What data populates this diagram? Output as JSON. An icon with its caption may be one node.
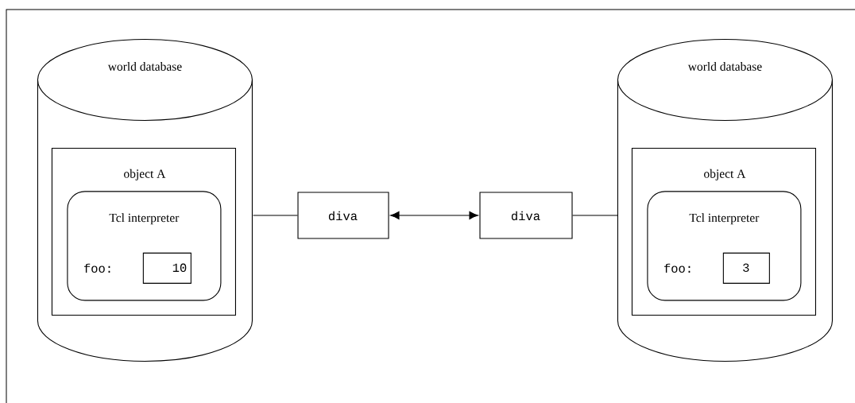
{
  "diagram": {
    "nodes": [
      {
        "text": [
          "world database"
        ]
      },
      {
        "text": [
          "object A"
        ],
        "in": 0
      },
      {
        "text": [
          "Tcl interpreter",
          "foo:"
        ],
        "in": 1
      },
      {
        "text": [
          "10"
        ],
        "in": 2
      },
      {
        "text": [
          "diva"
        ]
      },
      {
        "text": [
          "diva"
        ]
      },
      {
        "text": [
          "world database"
        ]
      },
      {
        "text": [
          "object A"
        ],
        "in": 6
      },
      {
        "text": [
          "Tcl interpreter",
          "foo:"
        ],
        "in": 7
      },
      {
        "text": [
          "3"
        ],
        "in": 8
      }
    ],
    "edges": [
      {
        "from": 0,
        "to": 4,
        "arrow": "none"
      },
      {
        "from": 4,
        "to": 5,
        "arrow": "both"
      },
      {
        "from": 5,
        "to": 6,
        "arrow": "none"
      }
    ]
  }
}
